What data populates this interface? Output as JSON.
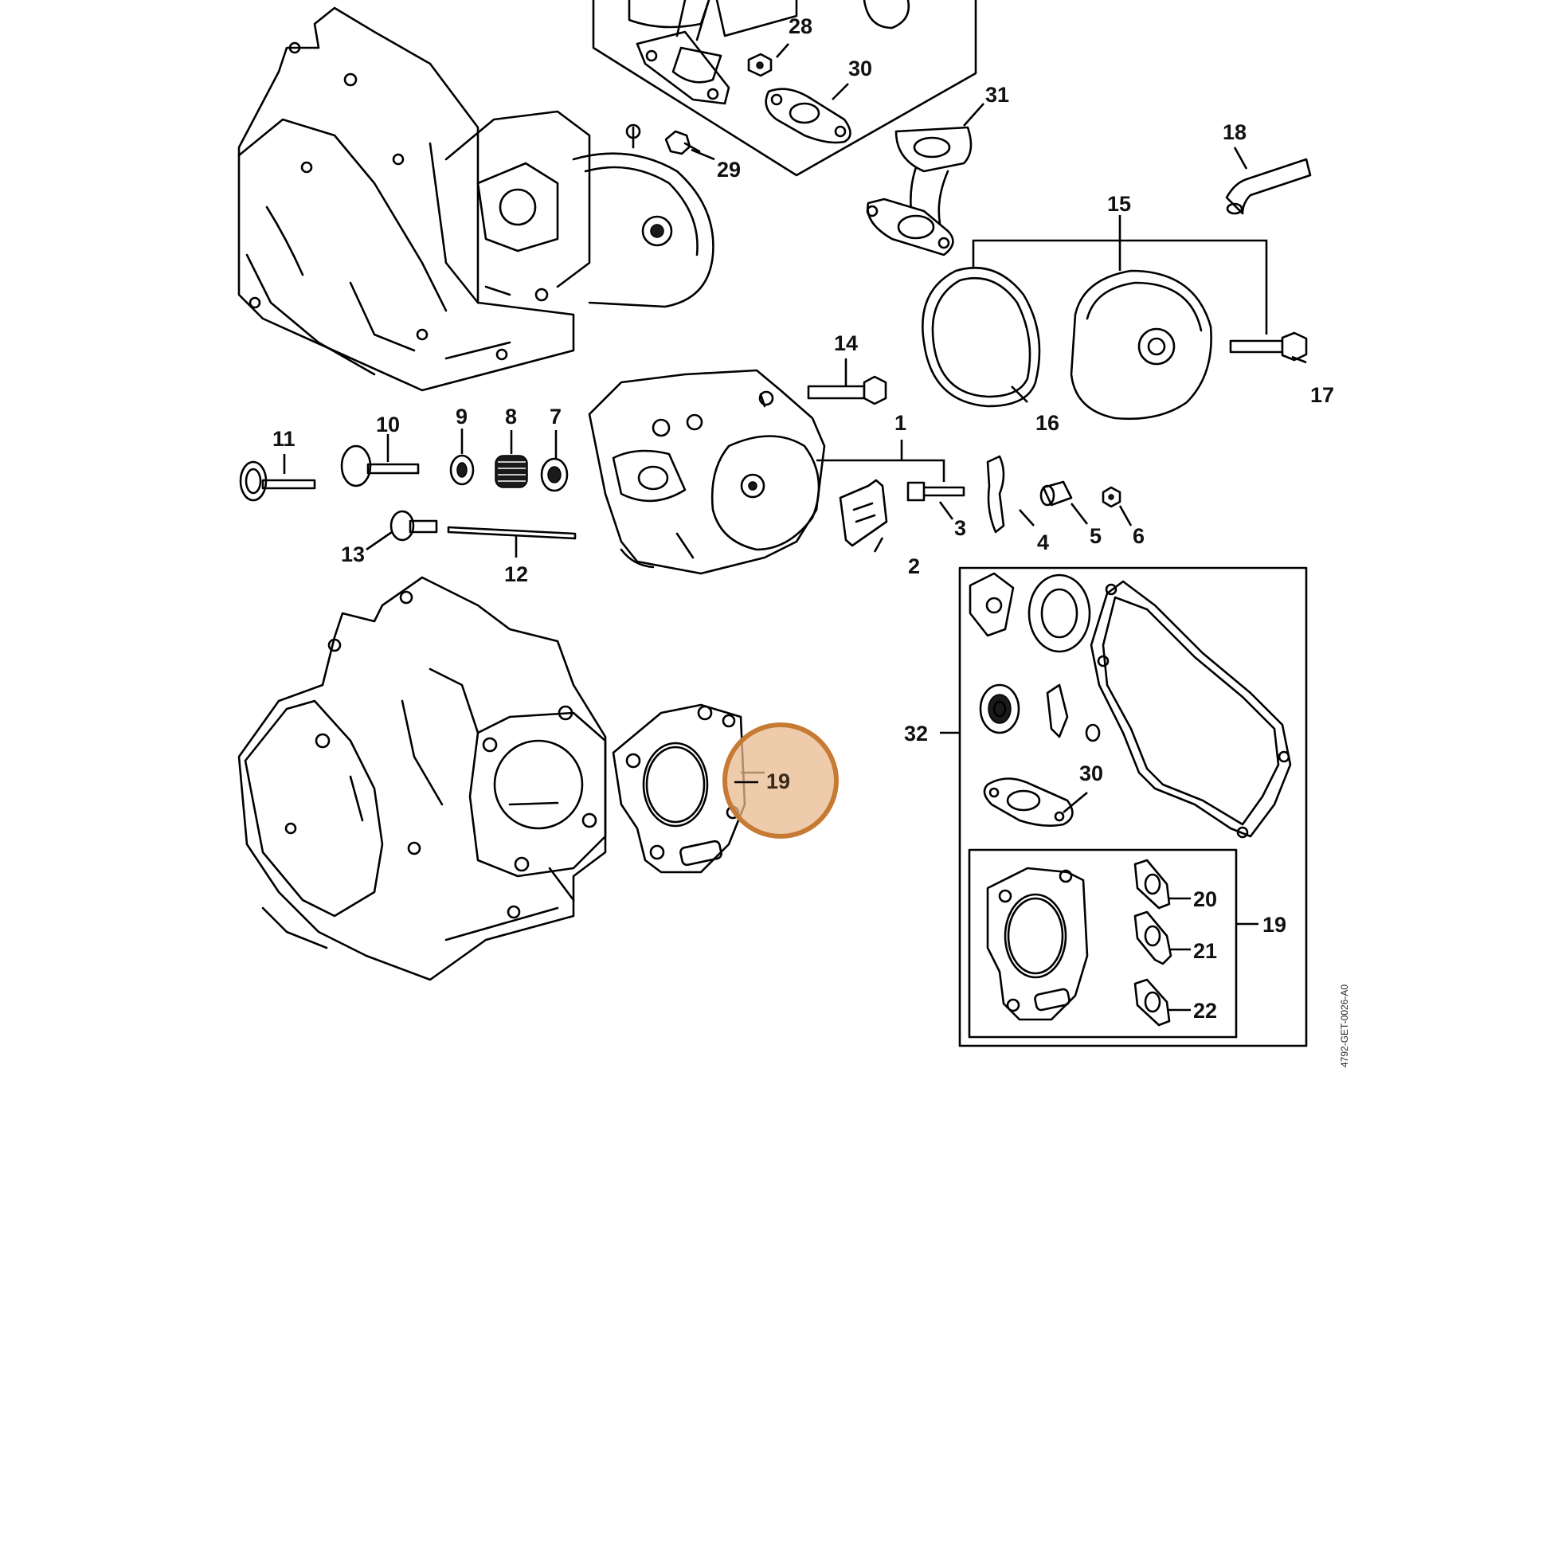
{
  "diagram": {
    "drawing_code": "4792-GET-0026-A0",
    "highlighted_part": "19",
    "labels": {
      "l1": "1",
      "l2": "2",
      "l3": "3",
      "l4": "4",
      "l5": "5",
      "l6": "6",
      "l7": "7",
      "l8": "8",
      "l9": "9",
      "l10": "10",
      "l11": "11",
      "l12": "12",
      "l13": "13",
      "l14": "14",
      "l15": "15",
      "l16": "16",
      "l17": "17",
      "l18": "18",
      "l19_box": "19",
      "l20": "20",
      "l21": "21",
      "l22": "22",
      "l28": "28",
      "l29": "29",
      "l30_top": "30",
      "l30_kit": "30",
      "l31": "31",
      "l32": "32"
    }
  }
}
